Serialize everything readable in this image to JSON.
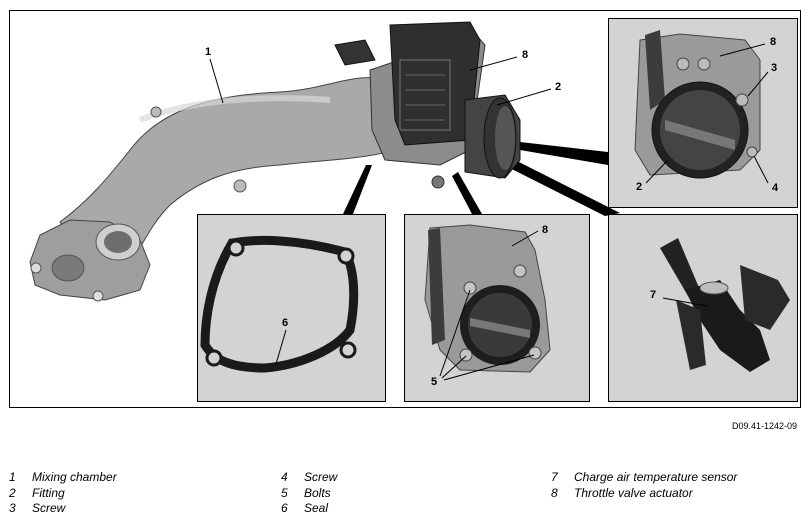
{
  "figure_id": "D09.41-1242-09",
  "callouts": {
    "main_1": "1",
    "main_8": "8",
    "main_2": "2",
    "tr_8": "8",
    "tr_3": "3",
    "tr_2": "2",
    "tr_4": "4",
    "seal_6": "6",
    "throttle_8": "8",
    "throttle_5": "5",
    "sensor_7": "7"
  },
  "legend": [
    {
      "num": "1",
      "label": "Mixing chamber"
    },
    {
      "num": "2",
      "label": "Fitting"
    },
    {
      "num": "3",
      "label": "Screw"
    },
    {
      "num": "4",
      "label": "Screw"
    },
    {
      "num": "5",
      "label": "Bolts"
    },
    {
      "num": "6",
      "label": "Seal"
    },
    {
      "num": "7",
      "label": "Charge air temperature sensor"
    },
    {
      "num": "8",
      "label": "Throttle valve actuator"
    }
  ]
}
